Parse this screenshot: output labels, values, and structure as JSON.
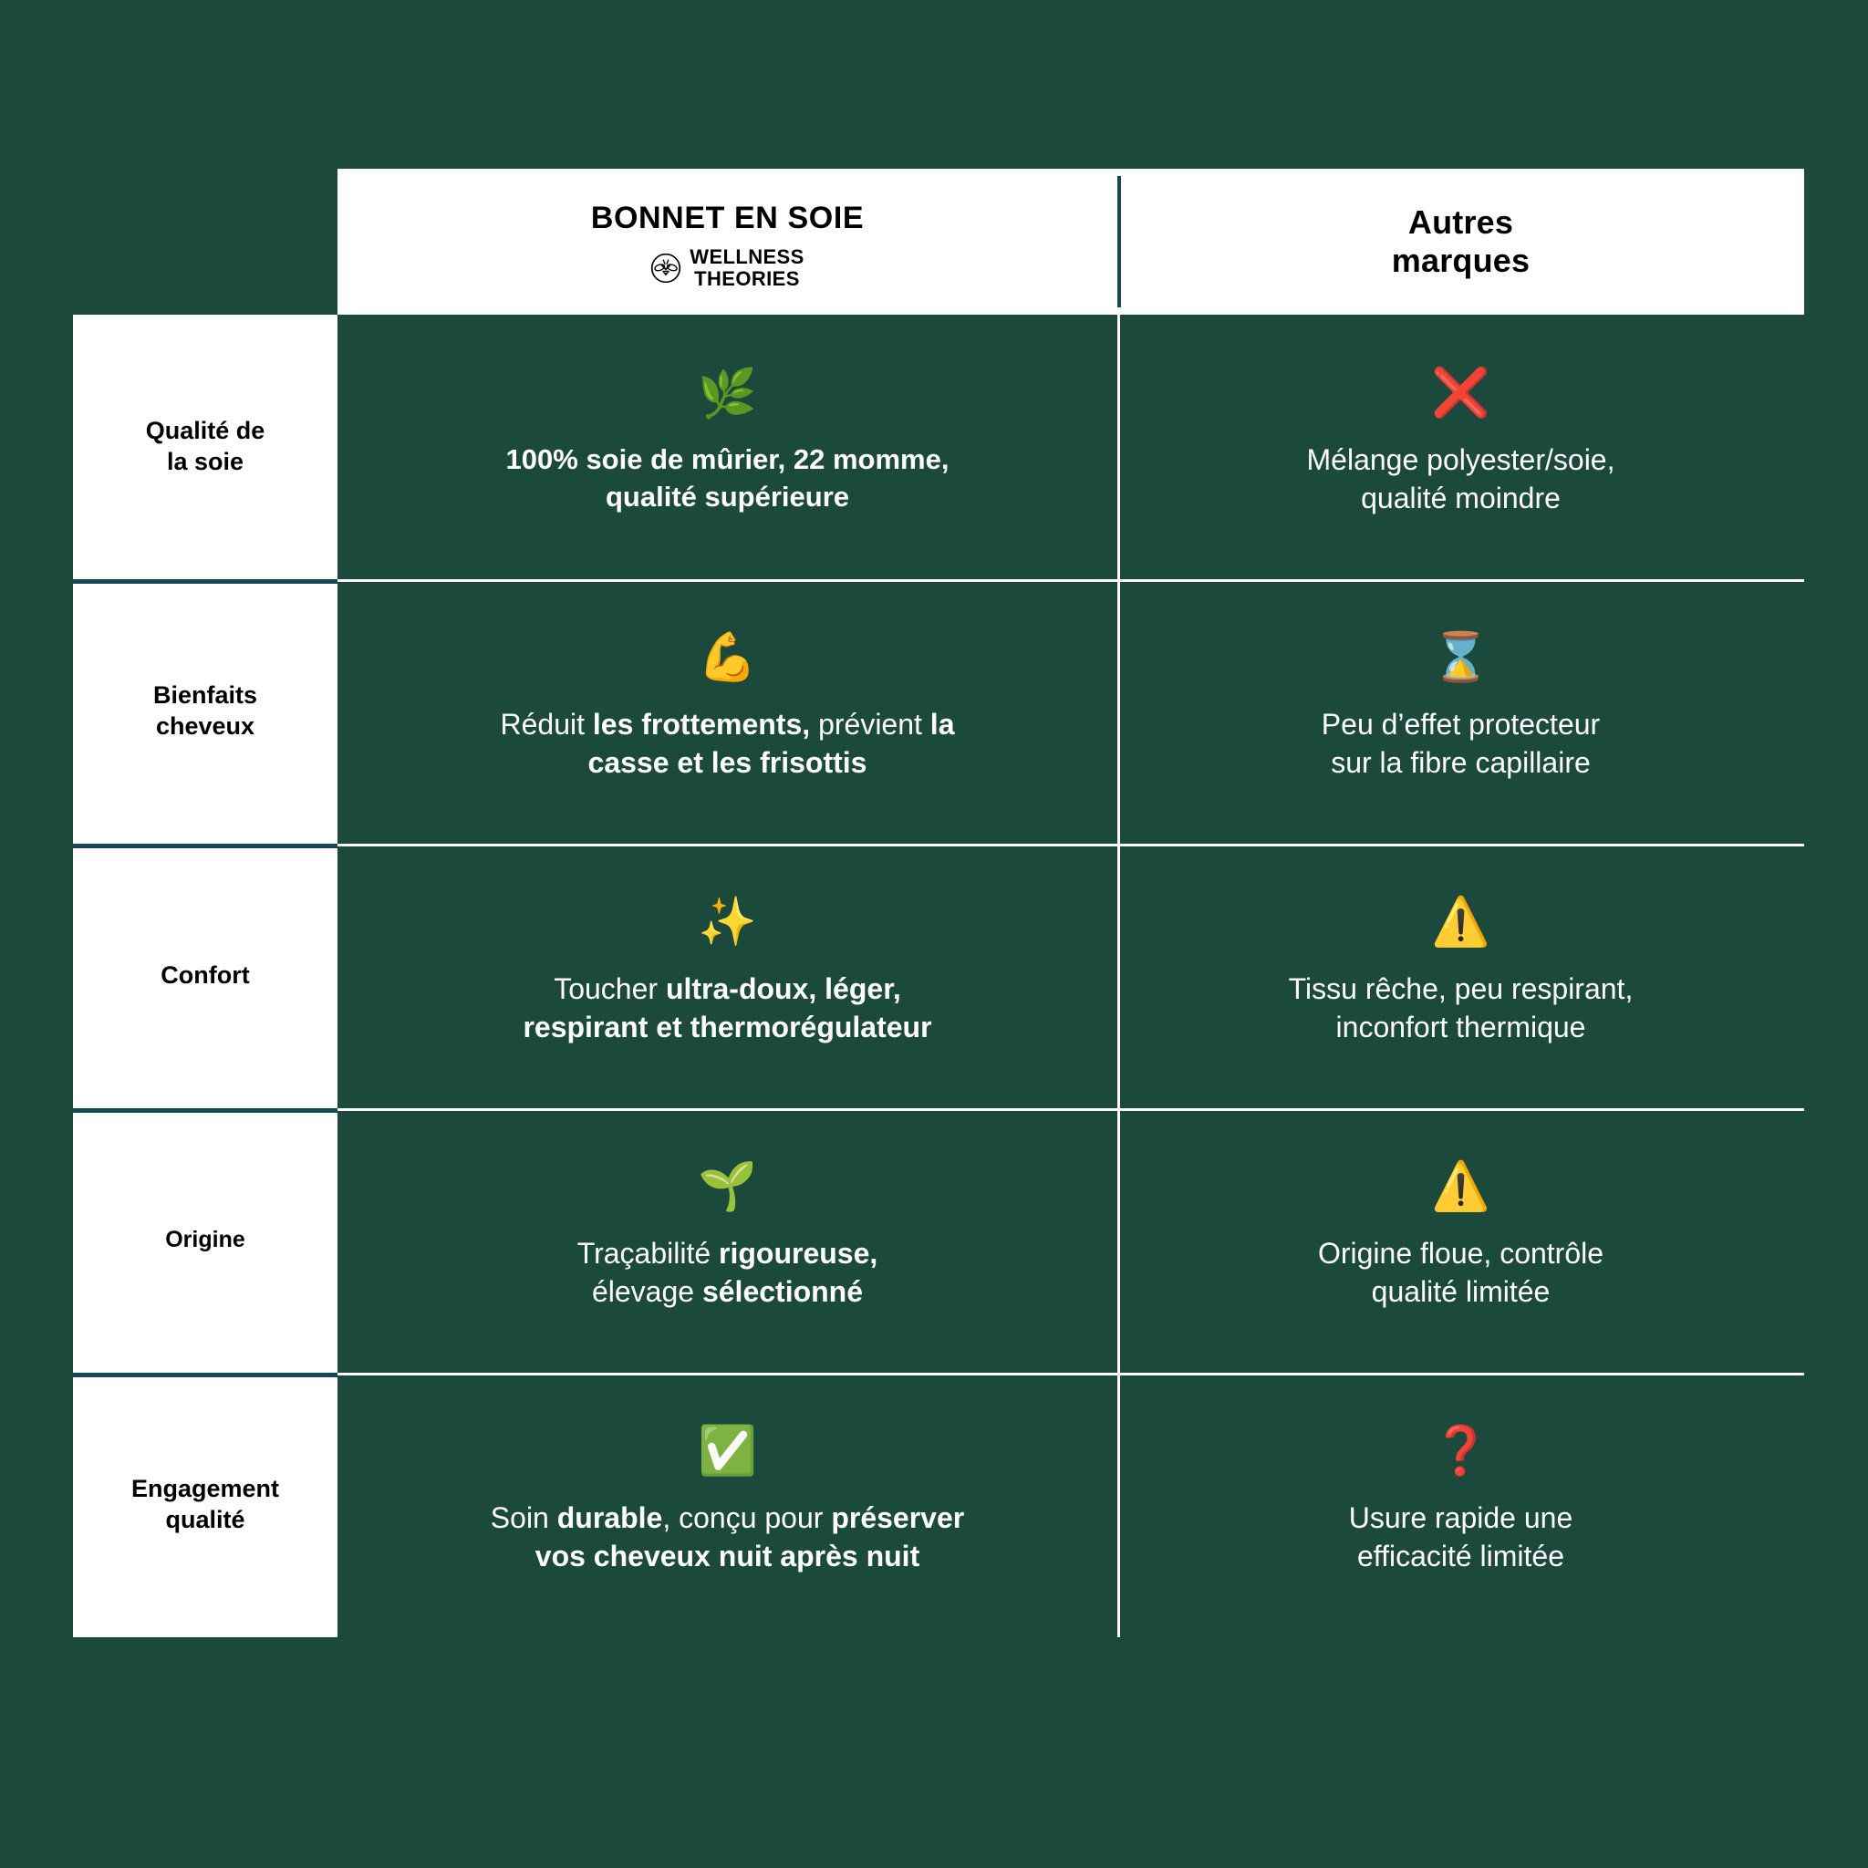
{
  "theme": {
    "background": "#1b4a3c",
    "panel_white": "#ffffff",
    "divider_dark": "#134a55",
    "divider_light": "#ffffff",
    "text_dark": "#000000",
    "text_light": "#ffffff"
  },
  "header": {
    "brand_title": "BONNET EN SOIE",
    "brand_logo_line1": "WELLNESS",
    "brand_logo_line2": "THEORIES",
    "brand_logo_icon": "bee-in-circle-icon",
    "other_title_line1": "Autres",
    "other_title_line2": "marques"
  },
  "rows": [
    {
      "label_line1": "Qualité de",
      "label_line2": "la soie",
      "ours": {
        "icon": "herb-leaf-emoji",
        "icon_glyph": "🌿",
        "text": "100% soie de mûrier, 22 momme, qualité supérieure",
        "text_html": "100% soie de mûrier, 22 momme,<br>qualité supérieure"
      },
      "theirs": {
        "icon": "red-cross-mark-emoji",
        "icon_glyph": "❌",
        "text": "Mélange polyester/soie, qualité moindre",
        "text_html": "Mélange polyester/soie,<br>qualité moindre"
      }
    },
    {
      "label_line1": "Bienfaits",
      "label_line2": "cheveux",
      "ours": {
        "icon": "flexed-biceps-emoji",
        "icon_glyph": "💪",
        "text": "Réduit les frottements, prévient la casse et les frisottis",
        "text_html": "Réduit <b>les frottements,</b> prévient <b>la<br>casse et les frisottis</b>"
      },
      "theirs": {
        "icon": "hourglass-emoji",
        "icon_glyph": "⌛",
        "text": "Peu d’effet protecteur sur la fibre capillaire",
        "text_html": "Peu d’effet protecteur<br>sur la fibre capillaire"
      }
    },
    {
      "label_line1": "Confort",
      "label_line2": "",
      "ours": {
        "icon": "sparkles-emoji",
        "icon_glyph": "✨",
        "text": "Toucher ultra-doux, léger, respirant et thermorégulateur",
        "text_html": "Toucher <b>ultra-doux, léger,<br>respirant et thermorégulateur</b>"
      },
      "theirs": {
        "icon": "warning-sign-emoji",
        "icon_glyph": "⚠️",
        "text": "Tissu rêche, peu respirant, inconfort thermique",
        "text_html": "Tissu rêche, peu respirant,<br>inconfort thermique"
      }
    },
    {
      "label_line1": "Origine",
      "label_line2": "",
      "ours": {
        "icon": "seedling-emoji",
        "icon_glyph": "🌱",
        "text": "Traçabilité rigoureuse, élevage sélectionné",
        "text_html": "Traçabilité <b>rigoureuse,</b><br>élevage <b>sélectionné</b>"
      },
      "theirs": {
        "icon": "warning-sign-emoji",
        "icon_glyph": "⚠️",
        "text": "Origine floue, contrôle qualité limitée",
        "text_html": "Origine floue, contrôle<br>qualité limitée"
      }
    },
    {
      "label_line1": "Engagement",
      "label_line2": "qualité",
      "ours": {
        "icon": "check-mark-button-emoji",
        "icon_glyph": "✅",
        "text": "Soin durable, conçu pour préserver vos cheveux nuit après nuit",
        "text_html": "Soin <b>durable</b>, conçu pour <b>préserver<br>vos cheveux nuit après nuit</b>"
      },
      "theirs": {
        "icon": "red-question-mark-emoji",
        "icon_glyph": "❓",
        "text": "Usure rapide une efficacité limitée",
        "text_html": "Usure rapide une<br>efficacité limitée"
      }
    }
  ]
}
